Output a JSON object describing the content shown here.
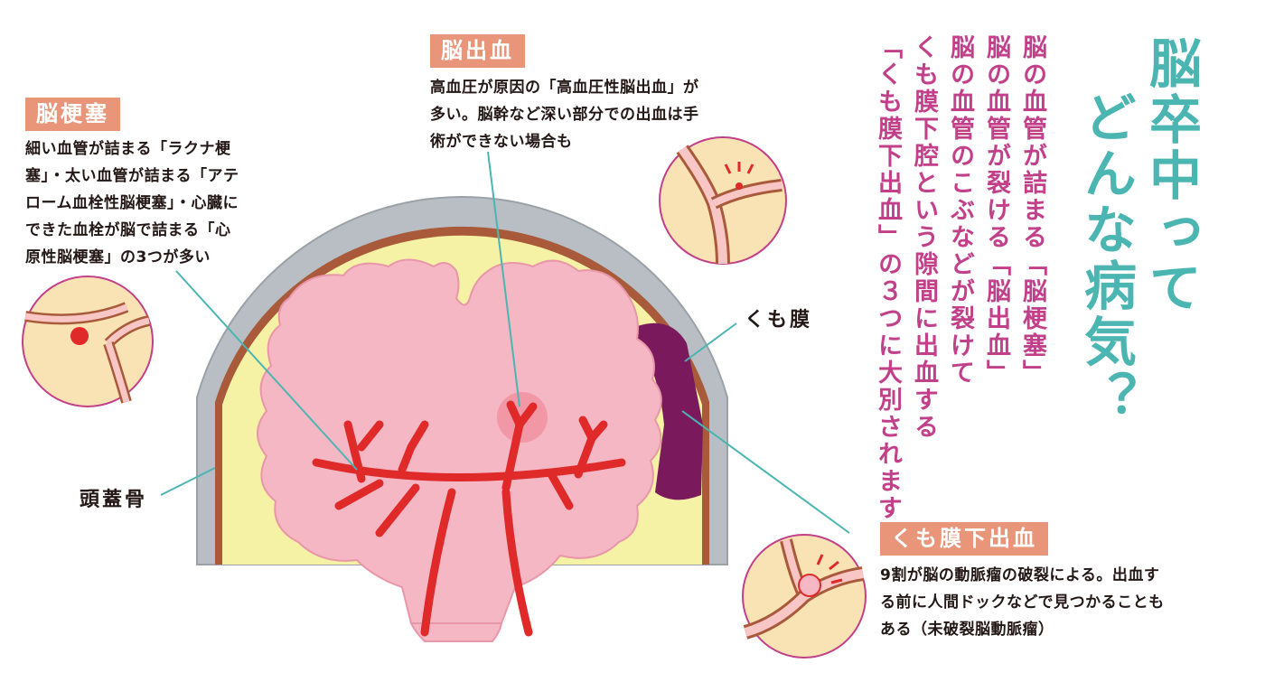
{
  "title": {
    "line1": "脳卒中って",
    "line2": "どんな病気？"
  },
  "intro_lines": [
    "脳の血管が詰まる「脳梗塞」",
    "脳の血管が裂ける「脳出血」",
    "脳の血管のこぶなどが裂けて",
    "くも膜下腔という隙間に出血する",
    "「くも膜下出血」の３つに大別されます。"
  ],
  "sections": {
    "infarction": {
      "label": "脳梗塞",
      "lines": [
        "細い血管が詰まる「ラクナ梗",
        "塞」・太い血管が詰まる「アテ",
        "ローム血栓性脳梗塞」・心臓に",
        "できた血栓が脳で詰まる「心",
        "原性脳梗塞」の3つが多い"
      ]
    },
    "hemorrhage": {
      "label": "脳出血",
      "lines": [
        "高血圧が原因の「高血圧性脳出血」が",
        "多い。脳幹など深い部分での出血は手",
        "術ができない場合も"
      ]
    },
    "subarachnoid": {
      "label": "くも膜下出血",
      "lines": [
        "9割が脳の動脈瘤の破裂による。出血す",
        "る前に人間ドックなどで見つかることも",
        "ある（未破裂脳動脈瘤）"
      ]
    }
  },
  "anatomy_labels": {
    "arachnoid": "くも膜",
    "skull": "頭蓋骨"
  },
  "colors": {
    "title": "#4bb5b2",
    "body_text": "#c2408a",
    "label_bg": "#e8957a",
    "leader": "#4bb5b2",
    "skull": "#b8bec3",
    "dura": "#a85a3a",
    "csf": "#f6f2a5",
    "brain": "#f5b7c4",
    "vessel": "#e02a2a",
    "subarachnoid_blood": "#7a1a5c"
  }
}
